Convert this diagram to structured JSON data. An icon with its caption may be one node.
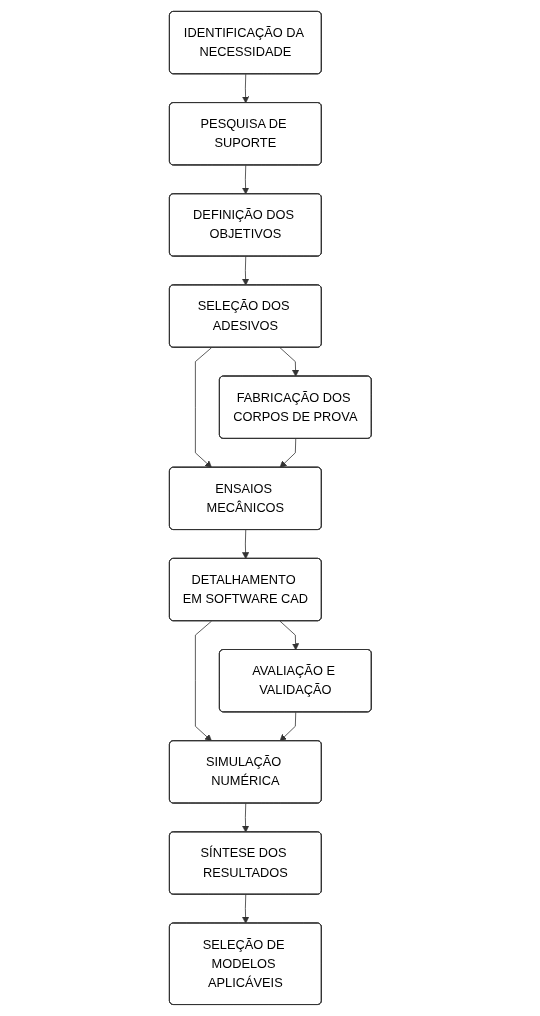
{
  "diagram": {
    "nodes": [
      {
        "text": [
          "IDENTIFICAÇÃO DA NECESSIDADE"
        ]
      },
      {
        "text": [
          "PESQUISA DE SUPORTE"
        ]
      },
      {
        "text": [
          "DEFINIÇÃO DOS OBJETIVOS"
        ]
      },
      {
        "text": [
          "SELEÇÃO DOS ADESIVOS"
        ]
      },
      {
        "text": [
          "FABRICAÇÃO DOS CORPOS DE PROVA"
        ]
      },
      {
        "text": [
          "ENSAIOS MECÂNICOS"
        ]
      },
      {
        "text": [
          "DETALHAMENTO EM SOFTWARE CAD"
        ]
      },
      {
        "text": [
          "AVALIAÇÃO E VALIDAÇÃO"
        ]
      },
      {
        "text": [
          "SIMULAÇÃO NUMÉRICA"
        ]
      },
      {
        "text": [
          "SÍNTESE DOS RESULTADOS"
        ]
      },
      {
        "text": [
          "SELEÇÃO DE MODELOS APLICÁVEIS"
        ]
      }
    ],
    "edges": [
      {
        "from": 0,
        "to": 1,
        "arrow": "to"
      },
      {
        "from": 1,
        "to": 2,
        "arrow": "to"
      },
      {
        "from": 2,
        "to": 3,
        "arrow": "to"
      },
      {
        "from": 3,
        "to": 4,
        "arrow": "to"
      },
      {
        "from": 3,
        "to": 5,
        "arrow": "to"
      },
      {
        "from": 4,
        "to": 5,
        "arrow": "to"
      },
      {
        "from": 5,
        "to": 6,
        "arrow": "to"
      },
      {
        "from": 6,
        "to": 7,
        "arrow": "to"
      },
      {
        "from": 6,
        "to": 8,
        "arrow": "to"
      },
      {
        "from": 7,
        "to": 8,
        "arrow": "to"
      },
      {
        "from": 8,
        "to": 9,
        "arrow": "to"
      },
      {
        "from": 9,
        "to": 10,
        "arrow": "to"
      }
    ]
  }
}
